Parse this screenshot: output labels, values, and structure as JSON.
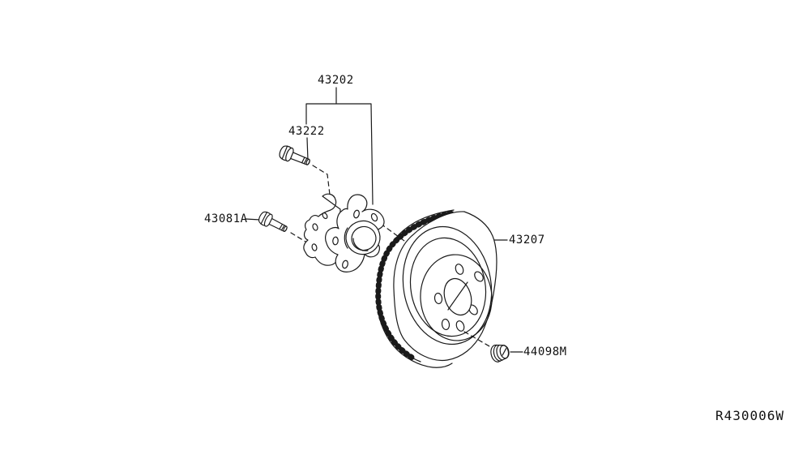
{
  "colors": {
    "background": "#ffffff",
    "line": "#1a1a1a",
    "text": "#111111"
  },
  "callouts": {
    "hub_assembly": "43202",
    "hub_bolt": "43222",
    "flange_bolt": "43081A",
    "rotor": "43207",
    "cap": "44098M"
  },
  "ref_code": "R430006W"
}
